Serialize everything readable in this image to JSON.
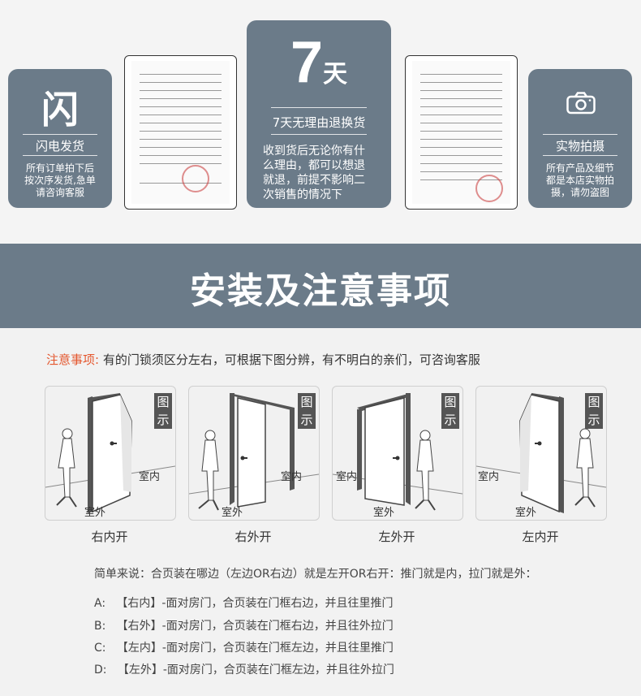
{
  "cards": {
    "flash": {
      "icon": "闪",
      "title": "闪电发货",
      "desc": [
        "所有订单拍下后",
        "按次序发货,急单",
        "请咨询客服"
      ]
    },
    "return": {
      "num": "7",
      "unit": "天",
      "title": "7天无理由退换货",
      "desc": [
        "收到货后无论你有什",
        "么理由，都可以想退",
        "就退，前提不影响二",
        "次销售的情况下"
      ]
    },
    "photo": {
      "title": "实物拍摄",
      "desc": [
        "所有产品及细节",
        "都是本店实物拍",
        "摄，请勿盗图"
      ]
    }
  },
  "band_title": "安装及注意事项",
  "notice": {
    "label": "注意事项:",
    "text": " 有的门锁须区分左右，可根据下图分辨，有不明白的亲们，可咨询客服"
  },
  "panels": [
    {
      "tag": [
        "图",
        "示"
      ],
      "indoor": "室内",
      "outdoor": "室外",
      "caption": "右内开"
    },
    {
      "tag": [
        "图",
        "示"
      ],
      "indoor": "室内",
      "outdoor": "室外",
      "caption": "右外开"
    },
    {
      "tag": [
        "图",
        "示"
      ],
      "indoor": "室内",
      "outdoor": "室外",
      "caption": "左外开"
    },
    {
      "tag": [
        "图",
        "示"
      ],
      "indoor": "室内",
      "outdoor": "室外",
      "caption": "左内开"
    }
  ],
  "summary": "简单来说：合页装在哪边（左边OR右边）就是左开OR右开：推门就是内，拉门就是外：",
  "rules": [
    "A:   【右内】-面对房门，合页装在门框右边，并且往里推门",
    "B:   【右外】-面对房门，合页装在门框右边，并且往外拉门",
    "C:   【左内】-面对房门，合页装在门框左边，并且往里推门",
    "D:   【左外】-面对房门，合页装在门框左边，并且往外拉门"
  ]
}
